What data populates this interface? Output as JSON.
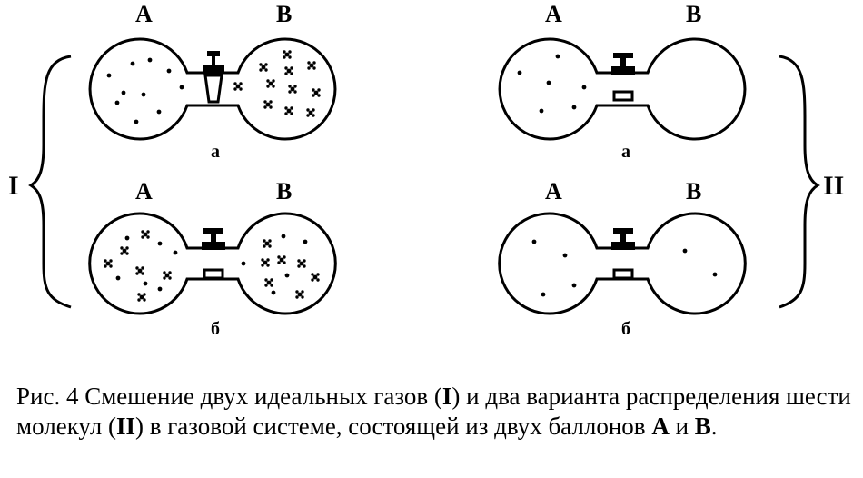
{
  "figure": {
    "group_labels": {
      "left": "I",
      "right": "II"
    },
    "systems": [
      {
        "id": "I-a",
        "label_A": "А",
        "label_B": "В",
        "sub_label": "а"
      },
      {
        "id": "I-b",
        "label_A": "А",
        "label_B": "В",
        "sub_label": "б"
      },
      {
        "id": "II-a",
        "label_A": "А",
        "label_B": "В",
        "sub_label": "а"
      },
      {
        "id": "II-b",
        "label_A": "А",
        "label_B": "В",
        "sub_label": "б"
      }
    ],
    "colors": {
      "ink": "#000000",
      "background": "#ffffff"
    }
  },
  "caption": {
    "prefix": "Рис. 4  Смешение двух идеальных газов (",
    "I": "I",
    "mid1": ") и два варианта распределения шести молекул (",
    "II": "II",
    "mid2": ") в газовой системе, состоящей из двух баллонов ",
    "A": "А",
    "and": " и ",
    "B": "В",
    "end": "."
  }
}
